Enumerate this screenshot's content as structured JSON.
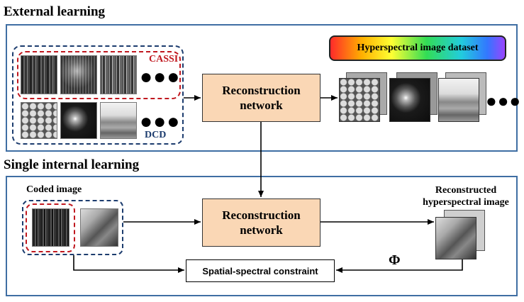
{
  "external": {
    "title": "External learning",
    "cassi_label": "CASSI",
    "dcd_label": "DCD",
    "more_dots": "●●●",
    "dataset_label": "Hyperspectral image dataset",
    "recon_line1": "Reconstruction",
    "recon_line2": "network"
  },
  "internal": {
    "title": "Single internal learning",
    "coded_label": "Coded image",
    "recon_line1": "Reconstruction",
    "recon_line2": "network",
    "output_line1": "Reconstructed",
    "output_line2": "hyperspectral image",
    "constraint_label": "Spatial-spectral constraint",
    "phi": "Φ"
  },
  "colors": {
    "panel_border": "#3f6ea3",
    "cassi_red": "#c0181f",
    "dcd_blue": "#1c3c6e",
    "recon_fill": "#fad7b5"
  }
}
